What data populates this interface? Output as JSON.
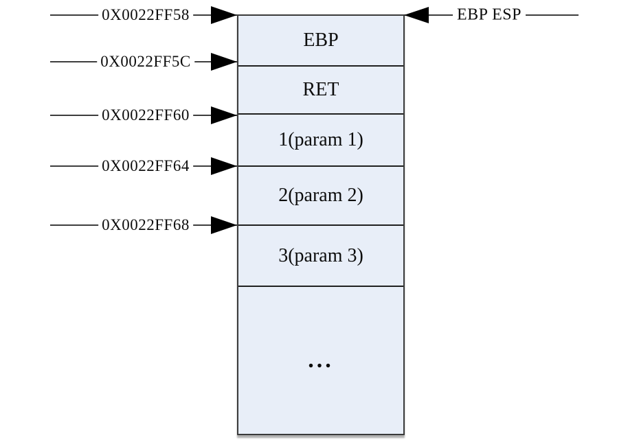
{
  "diagram": {
    "kind": "stack-memory-layout",
    "fill_color": "#E8EEF8",
    "border_color": "#3A3A3A",
    "line_color": "#3D3D3D",
    "arrow_color": "#000000",
    "text_color": "#0D0D0D"
  },
  "addresses": [
    {
      "label": "0X0022FF58"
    },
    {
      "label": "0X0022FF5C"
    },
    {
      "label": "0X0022FF60"
    },
    {
      "label": "0X0022FF64"
    },
    {
      "label": "0X0022FF68"
    }
  ],
  "stack": {
    "cells": [
      {
        "label": "EBP"
      },
      {
        "label": "RET"
      },
      {
        "label": "1(param 1)"
      },
      {
        "label": "2(param 2)"
      },
      {
        "label": "3(param 3)"
      },
      {
        "label": "..."
      }
    ]
  },
  "pointer": {
    "label": "EBP ESP"
  }
}
